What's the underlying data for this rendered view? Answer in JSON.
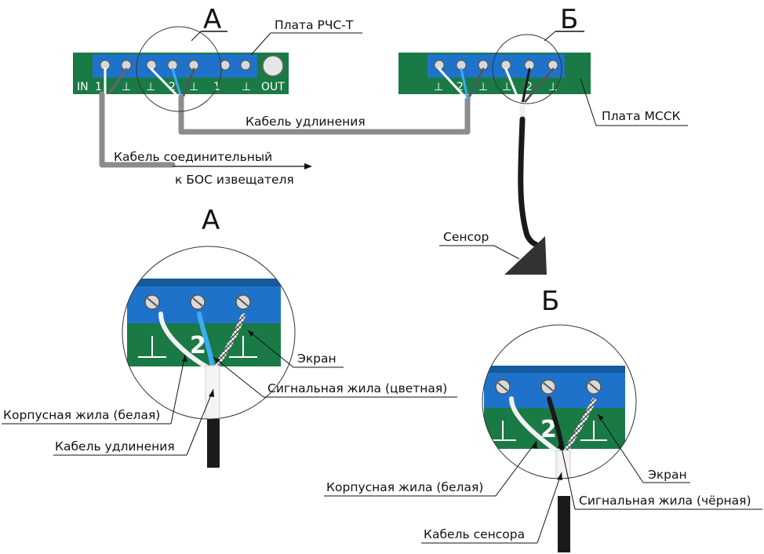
{
  "title_a": "А",
  "title_b": "Б",
  "board_a": {
    "name": "Плата РЧС-Т",
    "pin_in": "IN",
    "pin_1": "1",
    "pin_ground": "⊥",
    "pin_2": "2",
    "pin_out": "OUT"
  },
  "board_b": {
    "name": "Плата МССК",
    "pin_2": "2",
    "pin_ground": "⊥"
  },
  "cables": {
    "extension": "Кабель удлинения",
    "connecting_line1": "Кабель соединительный",
    "connecting_line2": "к БОС извещателя"
  },
  "sensor": "Сенсор",
  "detail_a": {
    "title": "А",
    "pin_label": "2",
    "screen": "Экран",
    "signal_core": "Сигнальная жила (цветная)",
    "body_core": "Корпусная жила (белая)",
    "cable": "Кабель удлинения"
  },
  "detail_b": {
    "title": "Б",
    "pin_label": "2",
    "screen": "Экран",
    "signal_core": "Сигнальная жила (чёрная)",
    "body_core": "Корпусная жила (белая)",
    "cable": "Кабель сенсора"
  },
  "colors": {
    "board_green": "#1a7a45",
    "terminal_blue": "#1f72c9",
    "signal_blue": "#3fa9f5",
    "cable_grey": "#8c8c8c",
    "black": "#1a1a1a"
  }
}
